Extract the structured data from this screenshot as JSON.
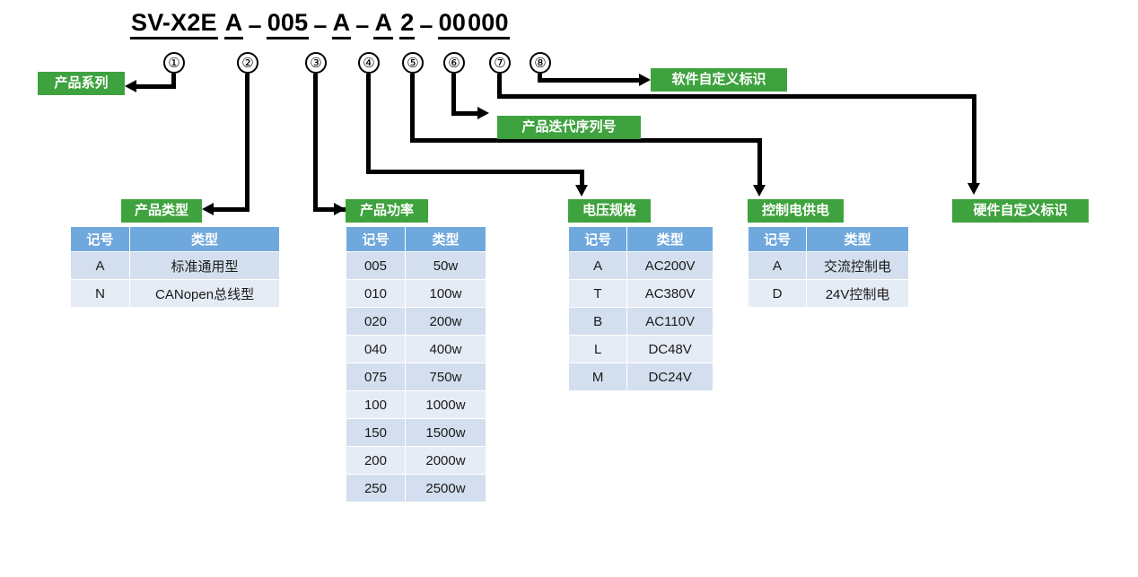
{
  "model_code": {
    "segments": [
      {
        "text": "SV-X2E",
        "underline": true
      },
      {
        "text": "A",
        "underline": true
      },
      {
        "text": "–",
        "underline": false
      },
      {
        "text": "005",
        "underline": true
      },
      {
        "text": "–",
        "underline": false
      },
      {
        "text": "A",
        "underline": true
      },
      {
        "text": "–",
        "underline": false
      },
      {
        "text": "A",
        "underline": true
      },
      {
        "text": "2",
        "underline": true
      },
      {
        "text": "–",
        "underline": false
      },
      {
        "text": "00",
        "underline": true
      },
      {
        "text": "000",
        "underline": true
      }
    ]
  },
  "markers": [
    {
      "id": 1,
      "symbol": "①"
    },
    {
      "id": 2,
      "symbol": "②"
    },
    {
      "id": 3,
      "symbol": "③"
    },
    {
      "id": 4,
      "symbol": "④"
    },
    {
      "id": 5,
      "symbol": "⑤"
    },
    {
      "id": 6,
      "symbol": "⑥"
    },
    {
      "id": 7,
      "symbol": "⑦"
    },
    {
      "id": 8,
      "symbol": "⑧"
    }
  ],
  "labels": {
    "product_series": "产品系列",
    "software_custom_id": "软件自定义标识",
    "product_iteration_serial": "产品迭代序列号",
    "product_type": "产品类型",
    "product_power": "产品功率",
    "voltage_spec": "电压规格",
    "control_power_supply": "控制电供电",
    "hardware_custom_id": "硬件自定义标识"
  },
  "table_headers": {
    "symbol": "记号",
    "type": "类型"
  },
  "tables": {
    "product_type": {
      "caption": "产品类型",
      "headers": [
        "记号",
        "类型"
      ],
      "rows": [
        [
          "A",
          "标准通用型"
        ],
        [
          "N",
          "CANopen总线型"
        ]
      ]
    },
    "product_power": {
      "caption": "产品功率",
      "headers": [
        "记号",
        "类型"
      ],
      "rows": [
        [
          "005",
          "50w"
        ],
        [
          "010",
          "100w"
        ],
        [
          "020",
          "200w"
        ],
        [
          "040",
          "400w"
        ],
        [
          "075",
          "750w"
        ],
        [
          "100",
          "1000w"
        ],
        [
          "150",
          "1500w"
        ],
        [
          "200",
          "2000w"
        ],
        [
          "250",
          "2500w"
        ]
      ]
    },
    "voltage_spec": {
      "caption": "电压规格",
      "headers": [
        "记号",
        "类型"
      ],
      "rows": [
        [
          "A",
          "AC200V"
        ],
        [
          "T",
          "AC380V"
        ],
        [
          "B",
          "AC110V"
        ],
        [
          "L",
          "DC48V"
        ],
        [
          "M",
          "DC24V"
        ]
      ]
    },
    "control_power_supply": {
      "caption": "控制电供电",
      "headers": [
        "记号",
        "类型"
      ],
      "rows": [
        [
          "A",
          "交流控制电"
        ],
        [
          "D",
          "24V控制电"
        ]
      ]
    }
  },
  "colors": {
    "caption_green": "#3EA23E",
    "header_blue": "#6FA8DC",
    "row_odd": "#D3DFEE",
    "row_even": "#E6ECF6",
    "line": "#000000"
  }
}
